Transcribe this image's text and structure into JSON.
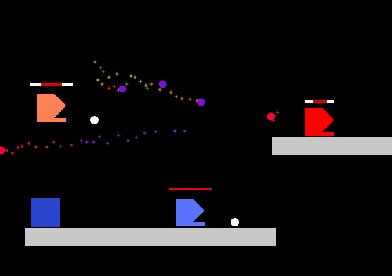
{
  "scene": {
    "background_color": "#000000",
    "platform_color": "#c8c8c8"
  },
  "entities": {
    "player": {
      "color": "#5b74ff",
      "health_fraction": 1.0,
      "health_bar_color": "#ee0000"
    },
    "enemy_orange": {
      "color": "#ff8055",
      "health_fraction": 0.5,
      "health_bar_color": "#dd0000",
      "health_bar_bg": "#ffffff"
    },
    "enemy_red": {
      "color": "#ff0000",
      "health_fraction": 0.5,
      "health_bar_color": "#dd0000",
      "health_bar_bg": "#ffffff"
    },
    "blue_crate": {
      "color": "#2b44cc"
    }
  },
  "projectiles": {
    "ball_color": "#ffffff",
    "orb_color": "#7a10d8",
    "red_shot_color": "#ff0033"
  },
  "particles": {
    "trail_colors": [
      "#33cc33",
      "#cccc22",
      "#ff8800",
      "#ff3333",
      "#9933ff",
      "#cc3366"
    ]
  }
}
